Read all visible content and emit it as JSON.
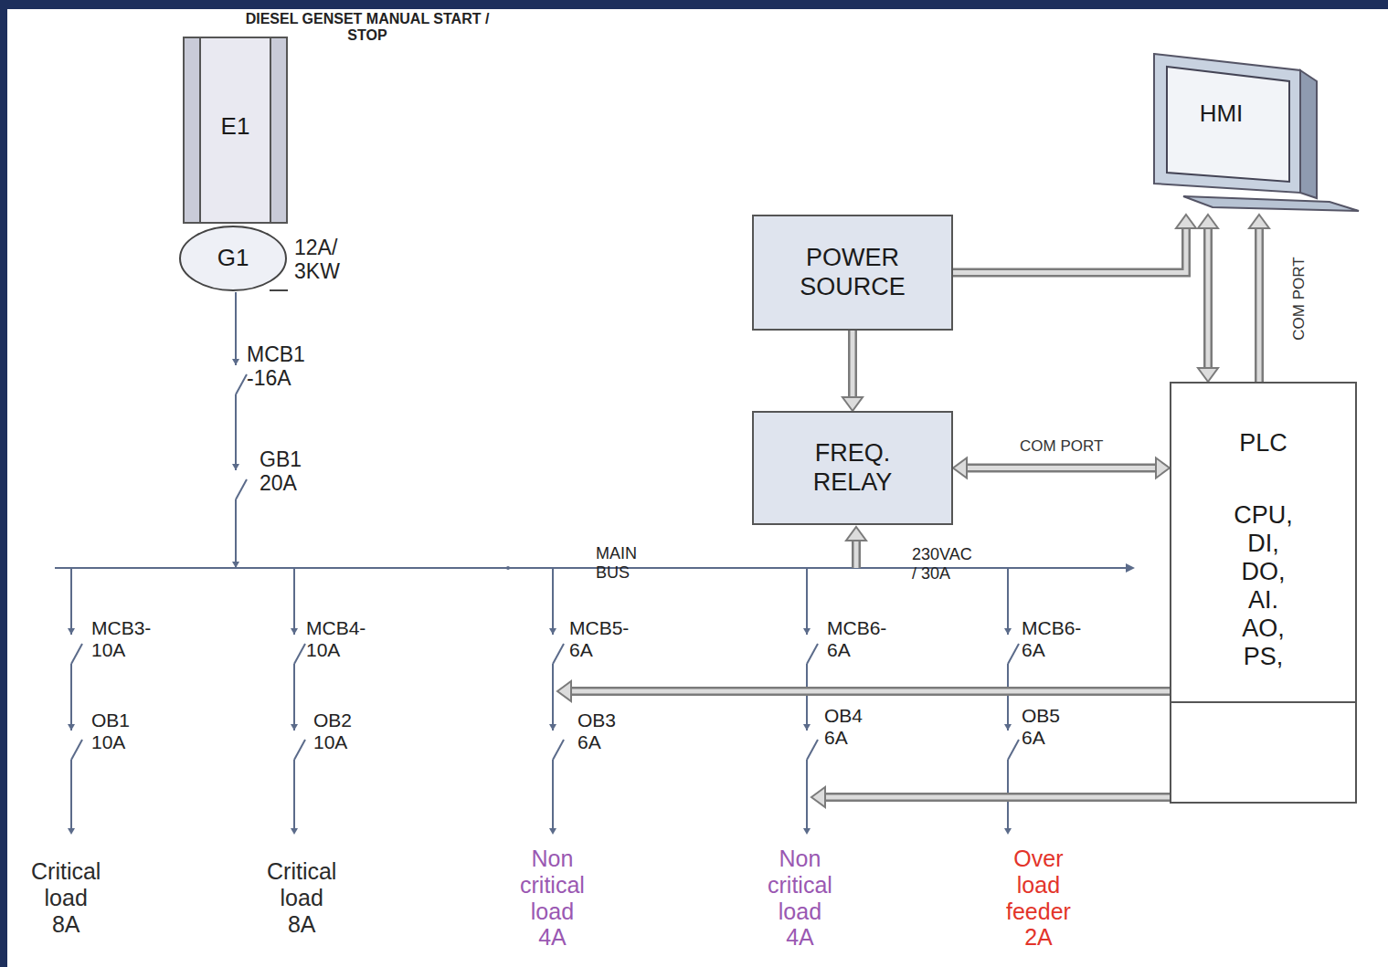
{
  "diagram": {
    "nodes": [
      {
        "text": [
          "E1"
        ]
      },
      {
        "text": [
          "G1"
        ]
      },
      {
        "text": [
          "HMI"
        ]
      },
      {
        "text": [
          "POWER SOURCE"
        ]
      },
      {
        "text": [
          "FREQ. RELAY"
        ]
      },
      {
        "text": [
          "PLC",
          "CPU, DI, DO, AI. AO, PS,"
        ]
      }
    ],
    "edges": [
      {
        "from": 3,
        "to": 2,
        "arrow": "to"
      },
      {
        "from": 3,
        "to": 4,
        "arrow": "to"
      },
      {
        "from": 4,
        "to": 5,
        "arrow": "both",
        "label": "COM PORT"
      },
      {
        "from": 5,
        "to": 2,
        "arrow": "both"
      },
      {
        "from": 5,
        "to": 2,
        "arrow": "to",
        "label": "COM PORT"
      }
    ],
    "labels": [
      "DIESEL GENSET MANUAL START / STOP",
      "12A/ 3KW",
      "MCB1 -16A",
      "GB1 20A",
      "MAIN BUS",
      "230VAC / 30A",
      "MCB3- 10A",
      "MCB4- 10A",
      "MCB5- 6A",
      "MCB6- 6A",
      "MCB6- 6A",
      "OB1 10A",
      "OB2 10A",
      "OB3 6A",
      "OB4 6A",
      "OB5 6A",
      "Critical load 8A",
      "Critical load 8A",
      "Non critical load 4A",
      "Non critical load 4A",
      "Over load feeder 2A"
    ]
  }
}
